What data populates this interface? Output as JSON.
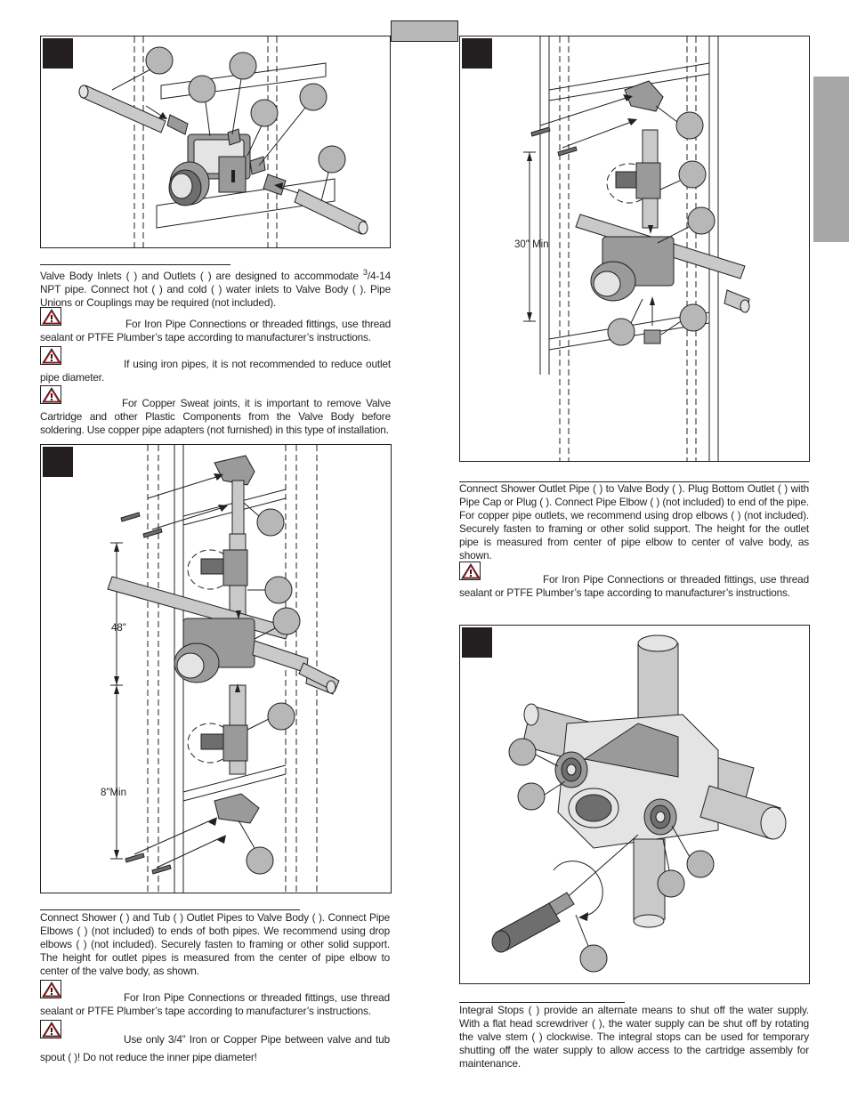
{
  "page": {
    "header_tab_label": "",
    "side_tab_label": ""
  },
  "step1": {
    "step_number": "",
    "intro": "Valve Body Inlets (     ) and Outlets (      ) are designed to accommodate ",
    "fraction_sup": "3",
    "fraction_rest": "/4-14 NPT pipe.  Connect hot (     ) and cold (     ) water inlets to Valve Body (     ).  Pipe Unions or Couplings may be required (not included).",
    "warnings": [
      {
        "label": "",
        "text": "For Iron Pipe Connections or threaded fittings, use thread sealant or PTFE Plumber’s tape according to manufacturer’s instructions."
      },
      {
        "label": "",
        "text": "If using iron pipes, it is not recommended to reduce outlet pipe diameter."
      },
      {
        "label": "",
        "text": "For Copper Sweat joints, it is important to remove Valve Cartridge and other Plastic Components from the Valve Body before soldering. Use copper pipe adapters (not furnished) in this type of installation."
      }
    ]
  },
  "step2": {
    "step_number": "",
    "dim_upper": "48\"",
    "dim_lower": "8\"Min",
    "text": "Connect Shower (     ) and Tub (     ) Outlet Pipes to Valve Body (     ).  Connect Pipe Elbows (     ) (not included) to ends of both pipes.  We recommend using drop elbows (     ) (not included).  Securely fasten to framing or other solid support.  The height for outlet pipes is measured from the center of pipe elbow to center of the valve body, as shown.",
    "warnings": [
      {
        "label": "",
        "text": "For Iron Pipe Connections or threaded fittings, use thread sealant or PTFE Plumber’s tape according to manufacturer’s instructions."
      },
      {
        "label": "",
        "text": "Use only 3/4” Iron or Copper Pipe between valve and tub spout (            )!  Do not reduce the inner pipe diameter!"
      }
    ]
  },
  "step3": {
    "step_number": "",
    "dim_label": "30\" Min",
    "text": "Connect Shower Outlet Pipe (     ) to Valve Body (     ).  Plug Bottom Outlet (     ) with  Pipe Cap or Plug (     ).  Connect Pipe Elbow (     ) (not included) to end of the pipe.  For copper pipe outlets, we recommend using drop elbows (     ) (not included).  Securely fasten to framing or other solid support.  The height for the outlet pipe is measured from center of pipe elbow to center of valve body, as shown.",
    "warnings": [
      {
        "label": "",
        "text": "For Iron Pipe Connections or threaded fittings, use thread sealant or PTFE Plumber’s tape according to manufacturer’s instructions."
      }
    ]
  },
  "step4": {
    "step_number": "",
    "text": "Integral Stops (     ) provide an alternate means to shut off the water supply.  With a flat head screwdriver (     ), the water supply can be shut off by rotating the valve stem (     ) clockwise.  The integral stops can be used for temporary shutting off the water supply to allow access to the cartridge assembly for maintenance."
  },
  "icons": [
    "warning-icon",
    "screwdriver-icon",
    "valve-body-icon"
  ]
}
